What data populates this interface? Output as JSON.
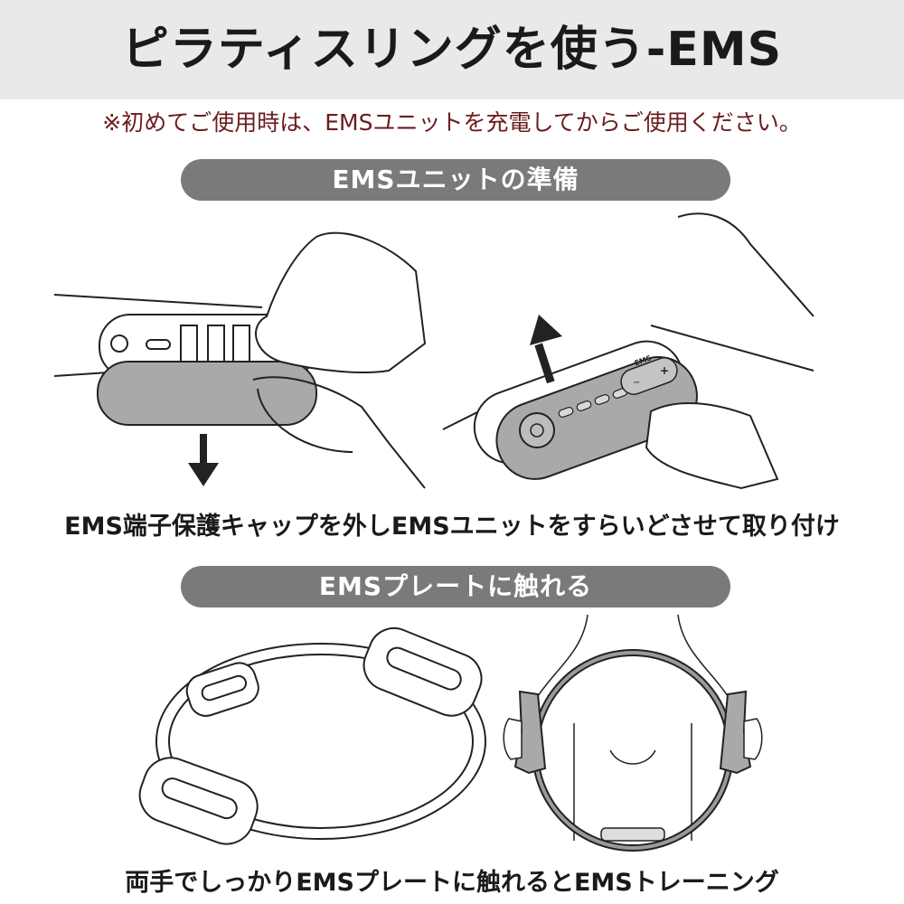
{
  "header": {
    "title": "ピラティスリングを使う-EMS"
  },
  "notice": {
    "text": "※初めてご使用時は、EMSユニットを充電してからご使用ください。"
  },
  "section1": {
    "label": "EMSユニットの準備",
    "caption": "EMS端子保護キャップを外しEMSユニットをすらいどさせて取り付け",
    "unit_labels": {
      "ems": "EMS",
      "minus": "−",
      "plus": "+"
    }
  },
  "section2": {
    "label": "EMSプレートに触れる",
    "caption": "両手でしっかりEMSプレートに触れるとEMSトレーニング"
  },
  "colors": {
    "header_bg": "#e7e9ea",
    "pill_bg": "#7a7a7a",
    "notice_text": "#6b1c1c",
    "device_gray": "#a9a9a9"
  },
  "icons": [
    "down-arrow-icon",
    "up-arrow-icon",
    "power-icon"
  ]
}
